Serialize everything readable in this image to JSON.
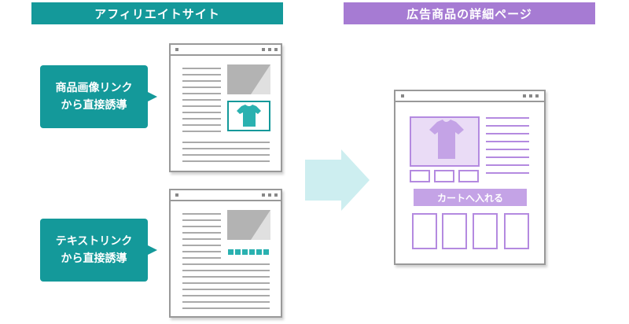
{
  "affiliate_header": "アフィリエイトサイト",
  "product_header": "広告商品の詳細ページ",
  "callout_image": {
    "line1": "商品画像リンク",
    "line2": "から直接誘導"
  },
  "callout_text": {
    "line1": "テキストリンク",
    "line2": "から直接誘導"
  },
  "cart_button_label": "カートへ入れる",
  "colors": {
    "teal": "#14999a",
    "purple": "#a67bd3",
    "lavender": "#c4a3e6",
    "arrow": "#cdeef0",
    "gray": "#999999"
  }
}
